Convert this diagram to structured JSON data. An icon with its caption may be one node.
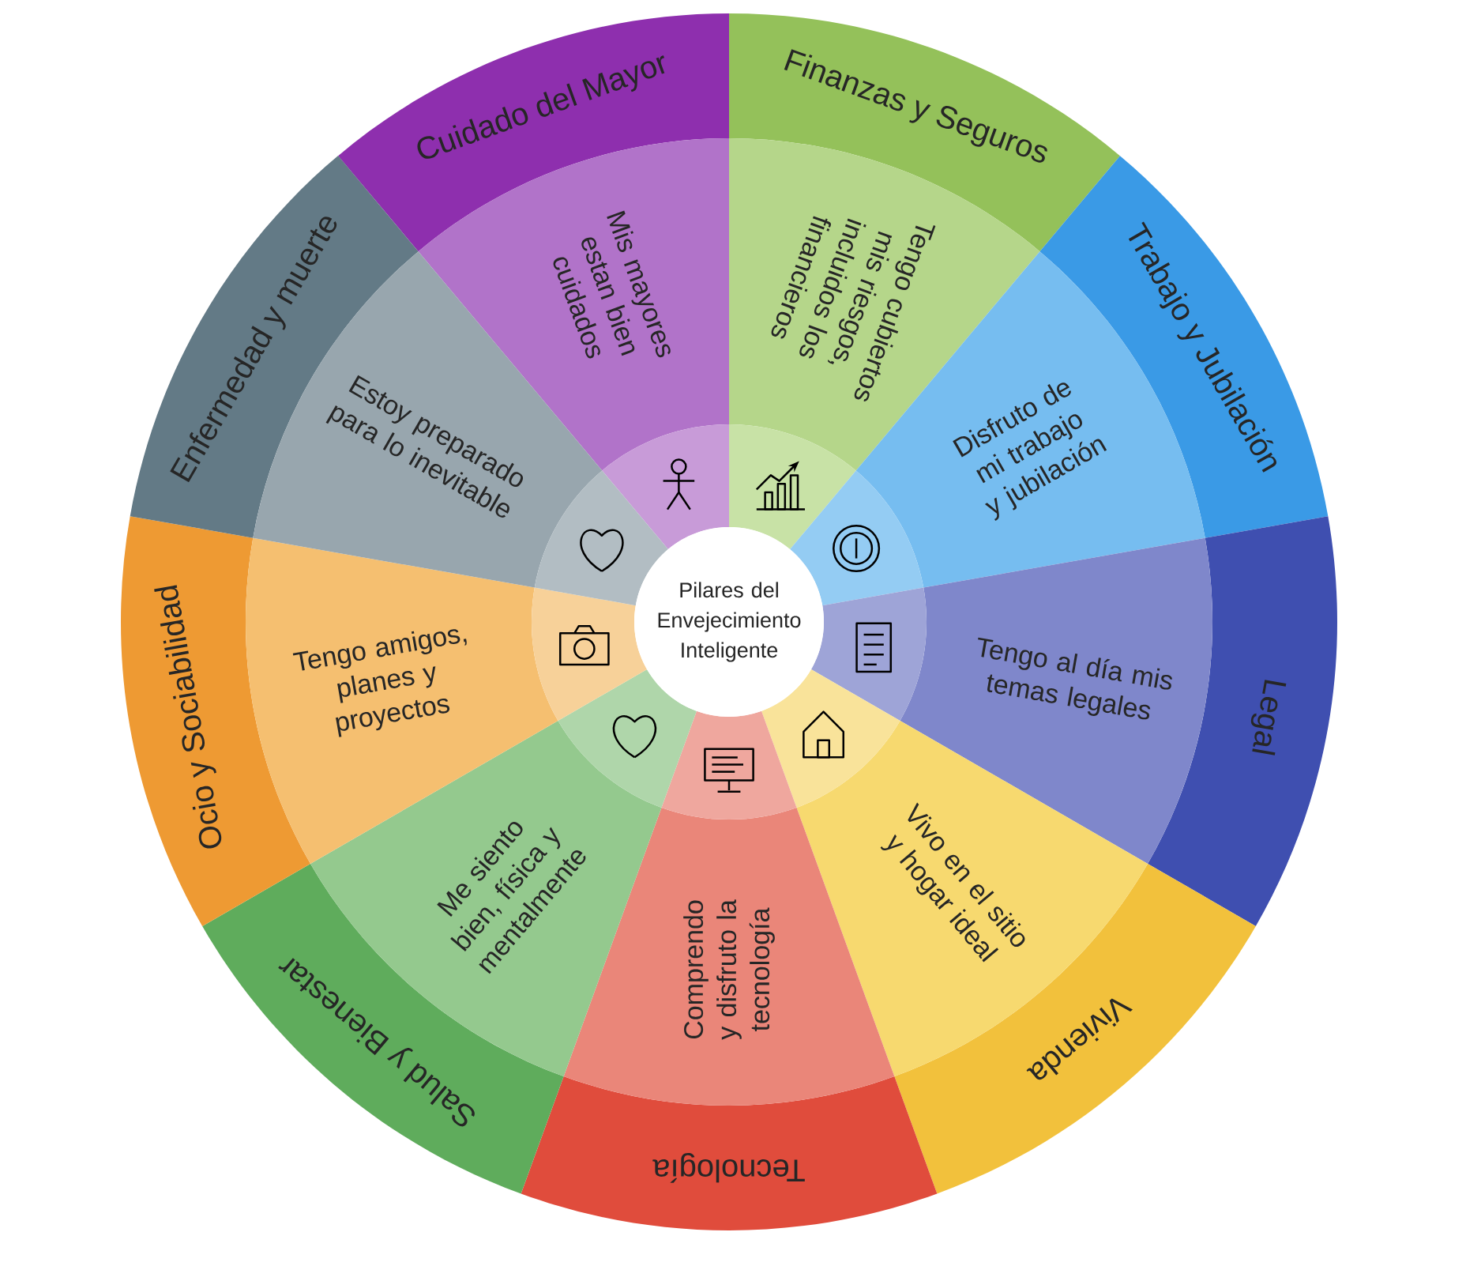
{
  "diagram": {
    "nodes": [
      {
        "text": [
          "Pilares del Envejecimiento Inteligente"
        ]
      },
      {
        "text": [
          "Cuidado del Mayor"
        ]
      },
      {
        "text": [
          "Mis mayores estan bien cuidados"
        ]
      },
      {
        "text": [
          "Finanzas y Seguros"
        ]
      },
      {
        "text": [
          "Tengo cubiertos mis riesgos, incluidos los financieros"
        ]
      },
      {
        "text": [
          "Trabajo y Jubilación"
        ]
      },
      {
        "text": [
          "Disfruto de mi trabajo y jubilación"
        ]
      },
      {
        "text": [
          "Legal"
        ]
      },
      {
        "text": [
          "Tengo al día mis temas legales"
        ]
      },
      {
        "text": [
          "Vivienda"
        ]
      },
      {
        "text": [
          "Vivo en el sitio y hogar ideal"
        ]
      },
      {
        "text": [
          "Tecnología"
        ]
      },
      {
        "text": [
          "Comprendo y disfruto la tecnología"
        ]
      },
      {
        "text": [
          "Salud y Bienestar"
        ]
      },
      {
        "text": [
          "Me siento bien, física y mentalmente"
        ]
      },
      {
        "text": [
          "Ocio y Sociabilidad"
        ]
      },
      {
        "text": [
          "Tengo amigos, planes y proyectos"
        ]
      },
      {
        "text": [
          "Enfermedad y muerte"
        ]
      },
      {
        "text": [
          "Estoy preparado para lo inevitable"
        ]
      }
    ]
  }
}
